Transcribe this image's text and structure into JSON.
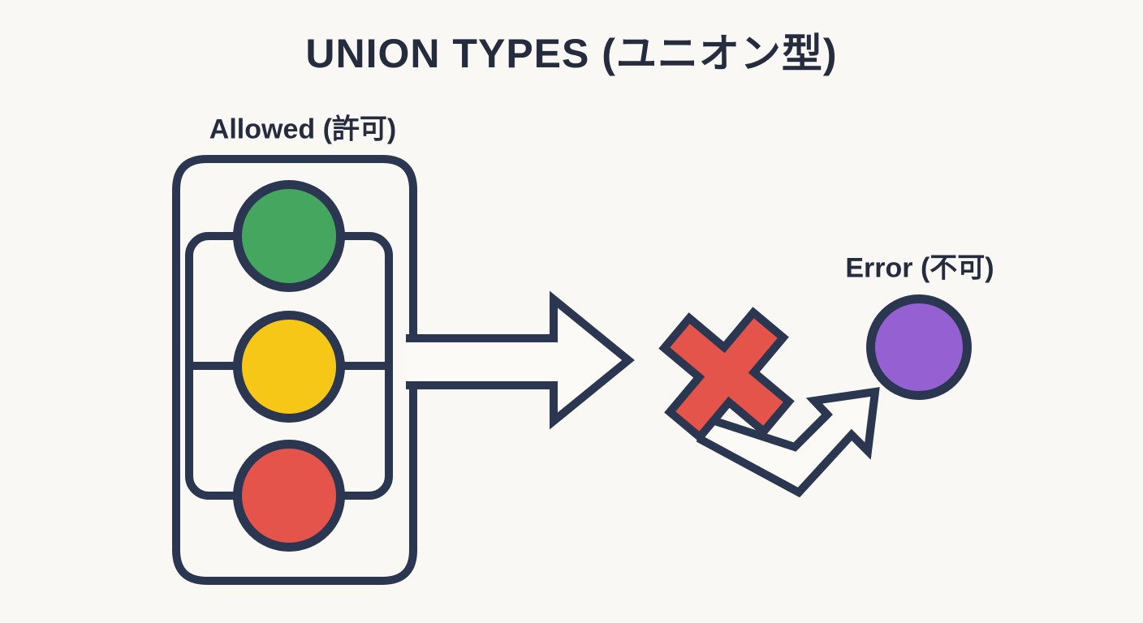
{
  "page": {
    "title": "UNION TYPES (ユニオン型)"
  },
  "allowed": {
    "label": "Allowed (許可)",
    "lights": [
      {
        "name": "green",
        "color": "#45a75f"
      },
      {
        "name": "yellow",
        "color": "#f6c716"
      },
      {
        "name": "red",
        "color": "#e4544a"
      }
    ]
  },
  "error": {
    "label": "Error (不可)",
    "color": "#9561d2"
  },
  "colors": {
    "background": "#faf8f4",
    "outline": "#2b3750",
    "text": "#242c3e",
    "x_mark": "#e4544a",
    "arrow_fill": "#fbfaf7"
  }
}
